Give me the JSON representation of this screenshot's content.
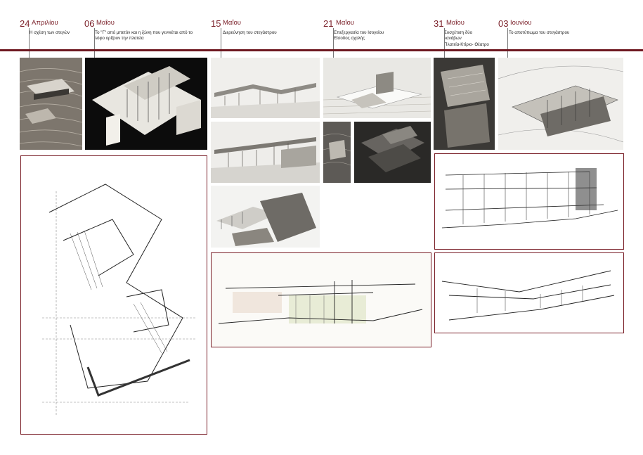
{
  "timeline": [
    {
      "day": "24",
      "month": "Απριλίου",
      "caption": [
        "Η σχέση των στεγών"
      ]
    },
    {
      "day": "06",
      "month": "Μαΐου",
      "caption": [
        "Το \"Γ\" από μπετόν και η ζώνη που γεννιέται από το",
        "λόφο ορίζουν την πλατεία"
      ]
    },
    {
      "day": "15",
      "month": "Μαΐου",
      "caption": [
        "Διερεύνηση του στεγάστρου"
      ]
    },
    {
      "day": "21",
      "month": "Μαΐου",
      "caption": [
        "Επεξεργασία του Ισογείου",
        "Είσοδος σχολής"
      ]
    },
    {
      "day": "31",
      "month": "Μαΐου",
      "caption": [
        "Συσχέτιση δύο",
        "κανάβων",
        "Πλατεία-Κτίριο- Θέατρο"
      ]
    },
    {
      "day": "03",
      "month": "Ιουνίου",
      "caption": [
        "Το αποτύπωμα του στεγάστρου"
      ]
    }
  ],
  "colors": {
    "accent": "#7a1f28",
    "rule": "#6e1820"
  }
}
